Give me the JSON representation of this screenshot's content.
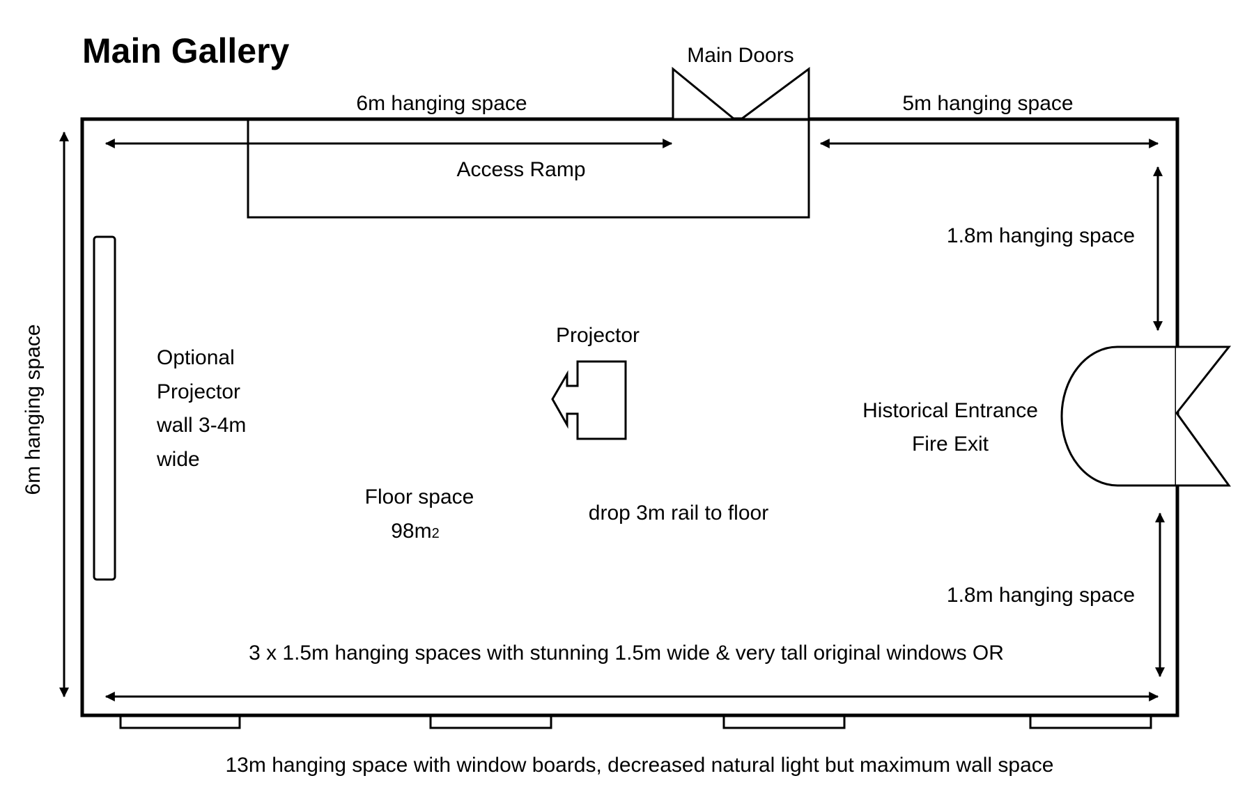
{
  "title": "Main Gallery",
  "labels": {
    "main_doors": "Main Doors",
    "top_left_hanging": "6m hanging space",
    "top_right_hanging": "5m hanging space",
    "access_ramp": "Access Ramp",
    "right_upper_hanging": "1.8m hanging space",
    "right_lower_hanging": "1.8m hanging space",
    "left_wall_hanging": "6m hanging space",
    "optional_projector_wall": [
      "Optional",
      "Projector",
      "wall 3-4m",
      "wide"
    ],
    "projector": "Projector",
    "historical_entrance": [
      "Historical Entrance",
      "Fire Exit"
    ],
    "floor_space": [
      "Floor space",
      "98m"
    ],
    "floor_space_unit_superscript": "2",
    "drop_rail": "drop 3m rail to floor",
    "windows_note": "3 x 1.5m hanging spaces with stunning 1.5m wide & very tall original windows OR",
    "bottom_note": "13m hanging space with window boards, decreased natural light but maximum wall space"
  },
  "colors": {
    "stroke": "#000000",
    "background": "#ffffff"
  },
  "icons": {
    "projector": "projector-symbol-arrow-left",
    "main_doors": "double-door-swing",
    "fire_exit": "curved-door-swing"
  }
}
